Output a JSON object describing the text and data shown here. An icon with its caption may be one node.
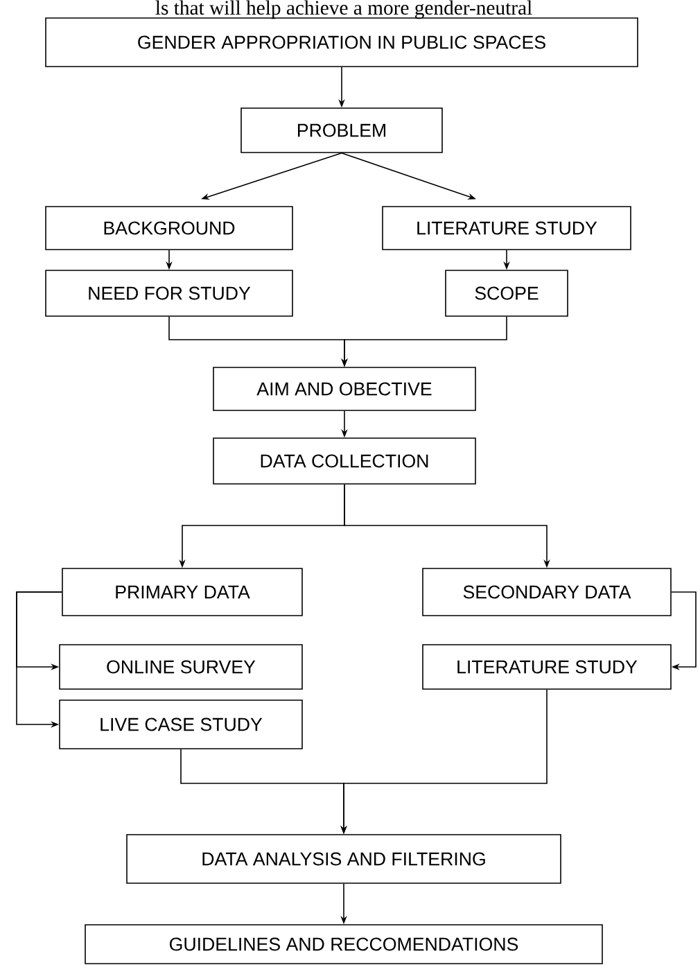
{
  "diagram": {
    "nodes": [
      {
        "text": [
          "GENDER APPROPRIATION IN PUBLIC SPACES"
        ]
      },
      {
        "text": [
          "PROBLEM"
        ]
      },
      {
        "text": [
          "BACKGROUND"
        ]
      },
      {
        "text": [
          "LITERATURE STUDY"
        ]
      },
      {
        "text": [
          "NEED FOR STUDY"
        ]
      },
      {
        "text": [
          "SCOPE"
        ]
      },
      {
        "text": [
          "AIM AND OBECTIVE"
        ]
      },
      {
        "text": [
          "DATA COLLECTION"
        ]
      },
      {
        "text": [
          "PRIMARY DATA"
        ]
      },
      {
        "text": [
          "SECONDARY DATA"
        ]
      },
      {
        "text": [
          "ONLINE SURVEY"
        ]
      },
      {
        "text": [
          "LITERATURE STUDY"
        ]
      },
      {
        "text": [
          "LIVE CASE STUDY"
        ]
      },
      {
        "text": [
          "DATA ANALYSIS AND FILTERING"
        ]
      },
      {
        "text": [
          "GUIDELINES AND RECCOMENDATIONS"
        ]
      }
    ],
    "edges": [
      {
        "from": 0,
        "to": 1,
        "arrow": "to"
      },
      {
        "from": 1,
        "to": 2,
        "arrow": "to"
      },
      {
        "from": 1,
        "to": 3,
        "arrow": "to"
      },
      {
        "from": 2,
        "to": 4,
        "arrow": "to"
      },
      {
        "from": 3,
        "to": 5,
        "arrow": "to"
      },
      {
        "from": 4,
        "to": 6,
        "arrow": "to"
      },
      {
        "from": 5,
        "to": 6,
        "arrow": "to"
      },
      {
        "from": 6,
        "to": 7,
        "arrow": "to"
      },
      {
        "from": 7,
        "to": 8,
        "arrow": "to"
      },
      {
        "from": 7,
        "to": 9,
        "arrow": "to"
      },
      {
        "from": 8,
        "to": 10,
        "arrow": "to"
      },
      {
        "from": 8,
        "to": 12,
        "arrow": "to"
      },
      {
        "from": 9,
        "to": 11,
        "arrow": "to"
      },
      {
        "from": 12,
        "to": 13,
        "arrow": "to"
      },
      {
        "from": 11,
        "to": 13,
        "arrow": "to"
      },
      {
        "from": 13,
        "to": 14,
        "arrow": "to"
      }
    ],
    "labels": [
      "ls that will help achieve a more gender-neutral"
    ]
  }
}
